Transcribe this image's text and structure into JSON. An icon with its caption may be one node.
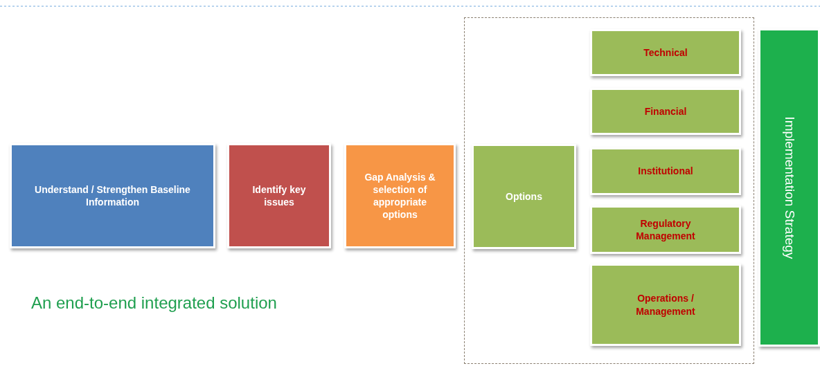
{
  "diagram": {
    "nodes": [
      {
        "text": [
          "Understand / Strengthen Baseline Information"
        ]
      },
      {
        "text": [
          "Identify key issues"
        ]
      },
      {
        "text": [
          "Gap Analysis & selection of appropriate options"
        ]
      },
      {
        "text": [],
        "shape": "box"
      },
      {
        "text": [
          "Options"
        ],
        "in": 3
      },
      {
        "text": [
          "Technical"
        ],
        "in": 3
      },
      {
        "text": [
          "Financial"
        ],
        "in": 3
      },
      {
        "text": [
          "Institutional"
        ],
        "in": 3
      },
      {
        "text": [
          "Regulatory Management"
        ],
        "in": 3
      },
      {
        "text": [
          "Operations / Management"
        ],
        "in": 3
      },
      {
        "text": [
          "Implementation Strategy"
        ]
      }
    ],
    "edges": [],
    "labels": [
      "An end-to-end integrated solution"
    ]
  }
}
